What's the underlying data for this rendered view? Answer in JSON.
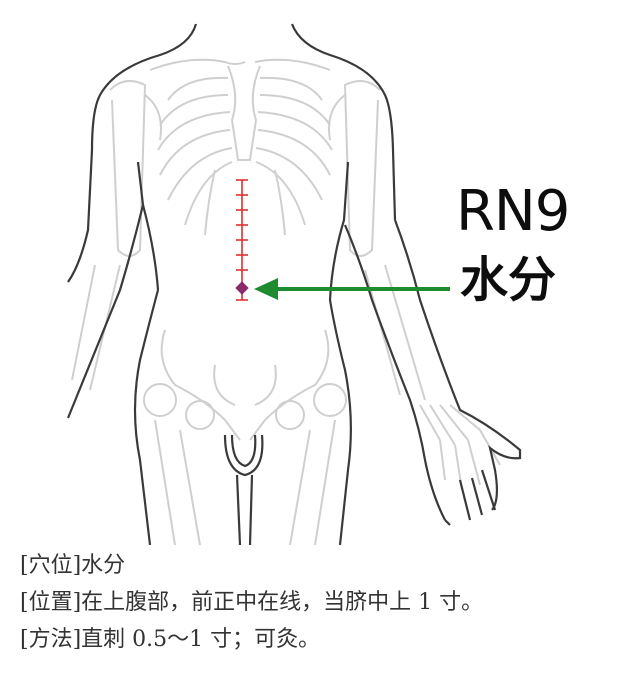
{
  "figure": {
    "subject": "human anatomical figure, front view with skeleton overlay",
    "acupoint": {
      "code": "RN9",
      "name": "水分",
      "marker_color": "#8b2a6b",
      "scale_color": "#e03030",
      "arrow_color": "#1e8c2e"
    },
    "scale": {
      "tick_count": 9
    }
  },
  "caption": {
    "lines": [
      "[穴位]水分",
      "[位置]在上腹部，前正中在线，当脐中上 1 寸。",
      "[方法]直刺 0.5～1 寸；可灸。"
    ]
  }
}
